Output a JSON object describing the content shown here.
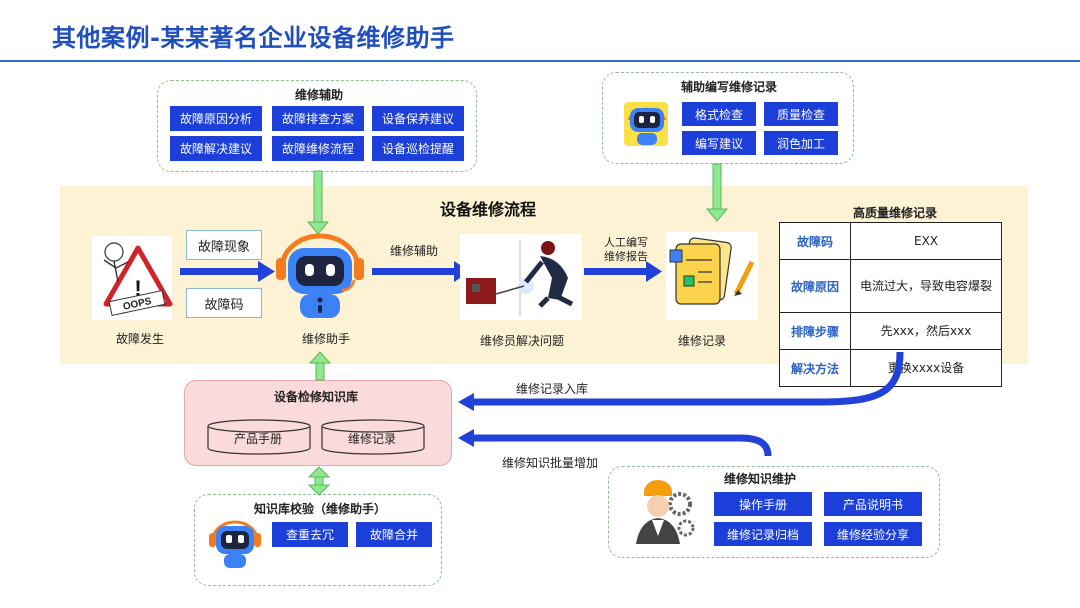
{
  "page": {
    "title": "其他案例-某某著名企业设备维修助手"
  },
  "repair_assist": {
    "title": "维修辅助",
    "buttons": [
      "故障原因分析",
      "故障排查方案",
      "设备保养建议",
      "故障解决建议",
      "故障维修流程",
      "设备巡检提醒"
    ]
  },
  "record_writing": {
    "title": "辅助编写维修记录",
    "buttons": [
      "格式检查",
      "质量检查",
      "编写建议",
      "润色加工"
    ]
  },
  "flow": {
    "title": "设备维修流程",
    "fault_occurs": "故障发生",
    "oops_sign": "OOPS",
    "fault_phenomenon": "故障现象",
    "fault_code": "故障码",
    "assistant": "维修助手",
    "arrow_assist": "维修辅助",
    "repairer": "维修员解决问题",
    "arrow_report_line1": "人工编写",
    "arrow_report_line2": "维修报告",
    "record": "维修记录"
  },
  "hq_record": {
    "title": "高质量维修记录",
    "rows": [
      {
        "key": "故障码",
        "value": "EXX"
      },
      {
        "key": "故障原因",
        "value": "电流过大，导致电容爆裂"
      },
      {
        "key": "排障步骤",
        "value": "先xxx，然后xxx"
      },
      {
        "key": "解决方法",
        "value": "更换xxxx设备"
      }
    ]
  },
  "knowledge_base": {
    "title": "设备检修知识库",
    "db1": "产品手册",
    "db2": "维修记录"
  },
  "arrows": {
    "record_in": "维修记录入库",
    "bulk_add": "维修知识批量增加"
  },
  "kb_check": {
    "title": "知识库校验（维修助手）",
    "buttons": [
      "查重去冗",
      "故障合并"
    ]
  },
  "maintenance": {
    "title": "维修知识维护",
    "buttons": [
      "操作手册",
      "产品说明书",
      "维修记录归档",
      "维修经验分享"
    ]
  },
  "colors": {
    "title_blue": "#1f4fbf",
    "button_blue": "#1c3fd9",
    "band_yellow": "#fdf3d4",
    "green_arrow": "#7ee27e",
    "kb_pink": "#fadadb"
  }
}
